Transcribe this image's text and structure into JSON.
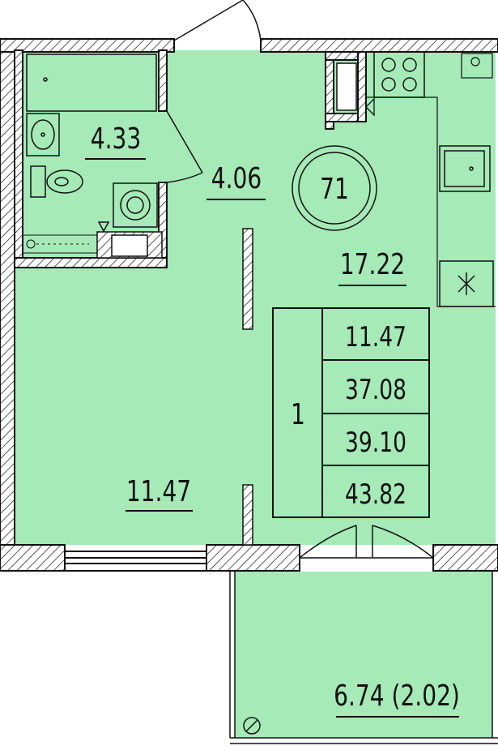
{
  "plan": {
    "apartment_number": "71",
    "rooms": [
      {
        "id": "bathroom",
        "area": "4.33"
      },
      {
        "id": "hallway",
        "area": "4.06"
      },
      {
        "id": "kitchen",
        "area": "17.22"
      },
      {
        "id": "living-room",
        "area": "11.47"
      },
      {
        "id": "balcony",
        "area": "6.74 (2.02)"
      }
    ],
    "summary": {
      "room_count": "1",
      "living_area": "11.47",
      "area_without_balcony": "37.08",
      "area_with_balcony_coef": "39.10",
      "total_area": "43.82"
    }
  },
  "colors": {
    "floor_fill": "#a5eab7",
    "wall_hatch": "#111111",
    "line": "#111111",
    "background": "#ffffff"
  }
}
